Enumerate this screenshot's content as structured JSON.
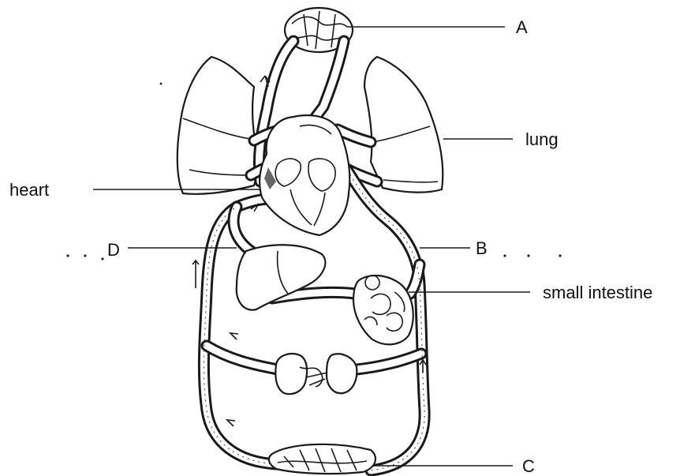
{
  "labels": {
    "A": "A",
    "B": "B",
    "C": "C",
    "D": "D",
    "lung": "lung",
    "heart": "heart",
    "small_intestine": "small intestine"
  }
}
